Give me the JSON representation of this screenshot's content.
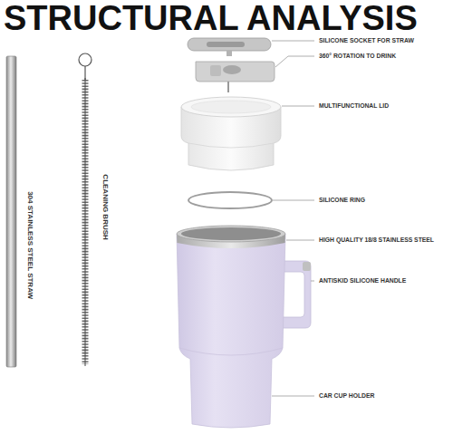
{
  "diagram": {
    "title": "STRUCTURAL ANALYSIS",
    "labels": [
      "SILICONE SOCKET FOR STRAW",
      "360° ROTATION TO DRINK",
      "MULTIFUNCTIONAL LID",
      "SILICONE RING",
      "HIGH QUALITY 18/8 STAINLESS STEEL",
      "ANTISKID SILICONE HANDLE",
      "CAR CUP HOLDER",
      "304 STAINLESS STEEL STRAW",
      "CLEANING BRUSH"
    ]
  }
}
